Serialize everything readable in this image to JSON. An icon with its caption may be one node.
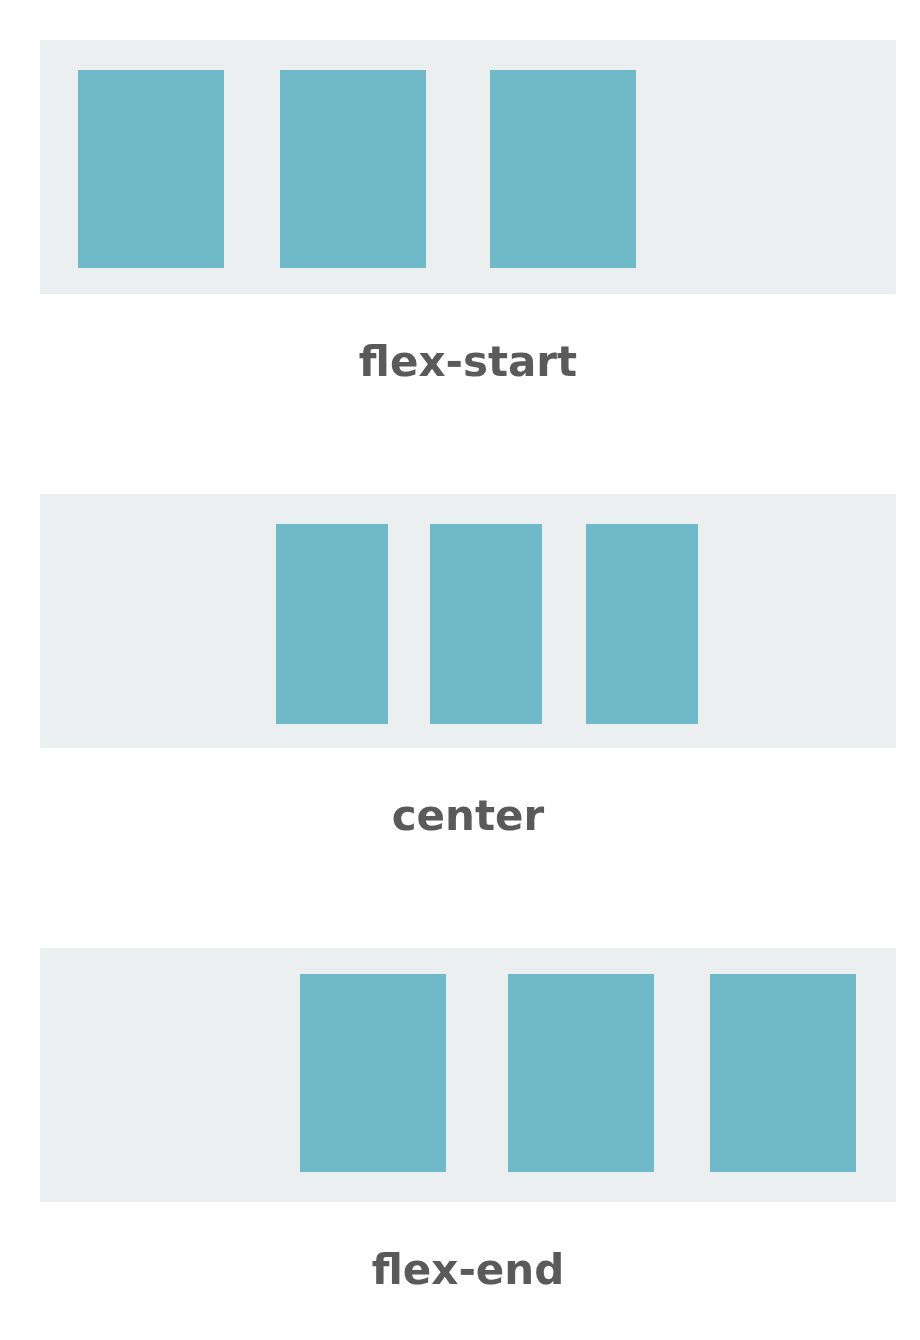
{
  "diagram": {
    "nodes": [
      {
        "text": [
          "flex-start"
        ]
      },
      {
        "text": [],
        "shape": "box",
        "in": 0
      },
      {
        "text": [],
        "shape": "box",
        "in": 0
      },
      {
        "text": [],
        "shape": "box",
        "in": 0
      },
      {
        "text": [
          "center"
        ]
      },
      {
        "text": [],
        "shape": "box",
        "in": 4
      },
      {
        "text": [],
        "shape": "box",
        "in": 4
      },
      {
        "text": [],
        "shape": "box",
        "in": 4
      },
      {
        "text": [
          "flex-end"
        ]
      },
      {
        "text": [],
        "shape": "box",
        "in": 8
      },
      {
        "text": [],
        "shape": "box",
        "in": 8
      },
      {
        "text": [],
        "shape": "box",
        "in": 8
      }
    ]
  }
}
